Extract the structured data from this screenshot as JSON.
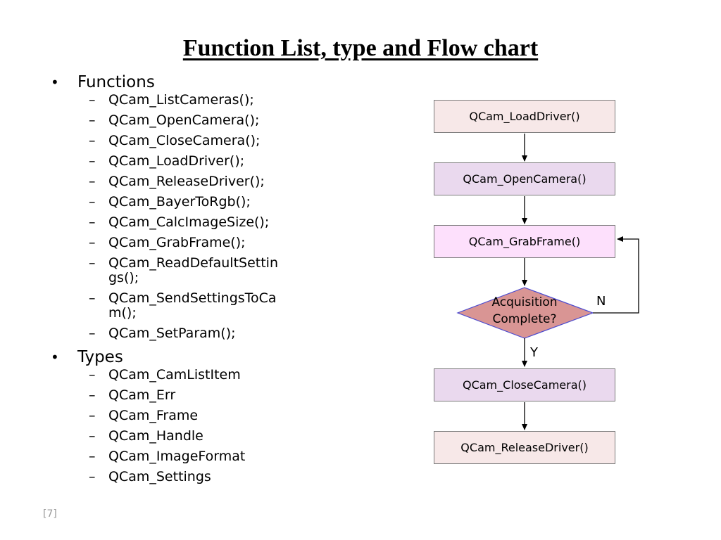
{
  "title": "Function List, type and Flow chart",
  "functions": {
    "heading": "Functions",
    "items": [
      "QCam_ListCameras();",
      "QCam_OpenCamera();",
      "QCam_CloseCamera();",
      "QCam_LoadDriver();",
      "QCam_ReleaseDriver();",
      "QCam_BayerToRgb();",
      "QCam_CalcImageSize();",
      "QCam_GrabFrame();",
      "QCam_ReadDefaultSettings();",
      "QCam_SendSettingsToCam();",
      "QCam_SetParam();"
    ]
  },
  "types": {
    "heading": "Types",
    "items": [
      "QCam_CamListItem",
      "QCam_Err",
      "QCam_Frame",
      "QCam_Handle",
      "QCam_ImageFormat",
      "QCam_Settings"
    ]
  },
  "bullet_symbol": "•",
  "dash_symbol": "–",
  "page_number": "[7]",
  "flowchart": {
    "load_driver": "QCam_LoadDriver()",
    "open_camera": "QCam_OpenCamera()",
    "grab_frame": "QCam_GrabFrame()",
    "decision_line1": "Acquisition",
    "decision_line2": "Complete?",
    "no_label": "N",
    "yes_label": "Y",
    "close_camera": "QCam_CloseCamera()",
    "release_driver": "QCam_ReleaseDriver()",
    "colors": {
      "pale_pink": "#f7e8e8",
      "lavender": "#ead9ee",
      "light_magenta": "#fde0fc",
      "decision_fill": "#d99594",
      "decision_stroke": "#4b4bd0"
    }
  }
}
